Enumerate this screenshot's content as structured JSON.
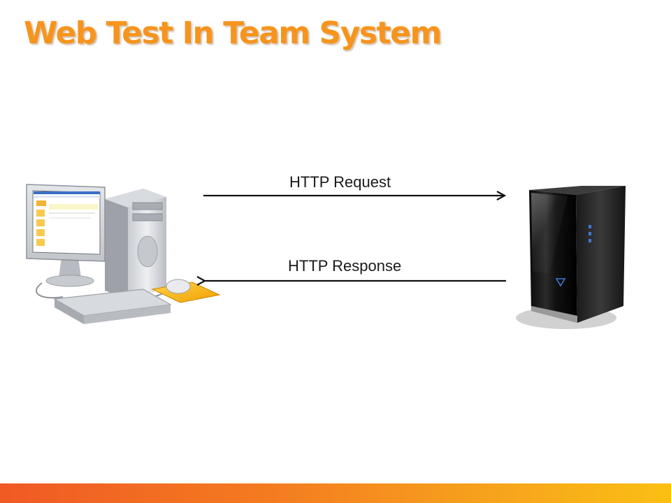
{
  "slide": {
    "title": "Web Test In Team System"
  },
  "diagram": {
    "nodes": [
      {
        "id": "client",
        "icon": "desktop-computer-icon"
      },
      {
        "id": "server",
        "icon": "server-tower-icon"
      }
    ],
    "edges": [
      {
        "from": "client",
        "to": "server",
        "label": "HTTP Request"
      },
      {
        "from": "server",
        "to": "client",
        "label": "HTTP Response"
      }
    ]
  },
  "colors": {
    "title": "#f7941d",
    "footer_start": "#f05a24",
    "footer_end": "#fbbf14",
    "arrow": "#111111"
  }
}
